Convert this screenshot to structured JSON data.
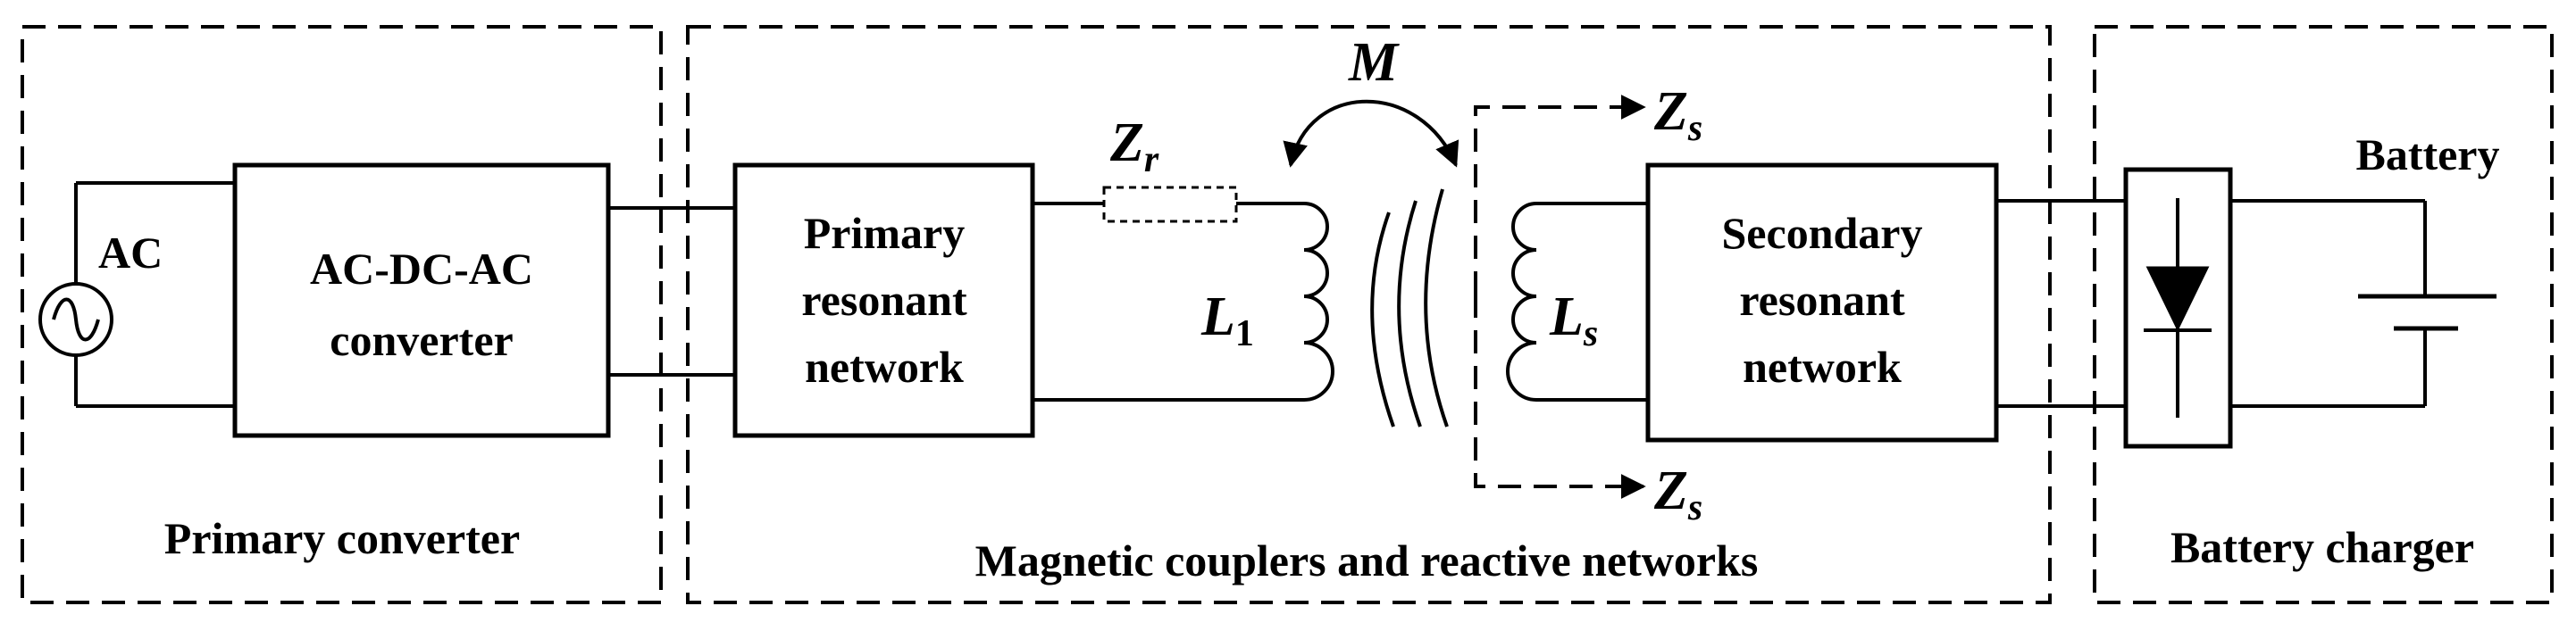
{
  "sections": {
    "primary_converter": "Primary converter",
    "couplers": "Magnetic couplers and reactive networks",
    "charger": "Battery charger"
  },
  "blocks": {
    "source": "AC",
    "converter_line1": "AC-DC-AC",
    "converter_line2": "converter",
    "primary_net_line1": "Primary",
    "primary_net_line2": "resonant",
    "primary_net_line3": "network",
    "secondary_net_line1": "Secondary",
    "secondary_net_line2": "resonant",
    "secondary_net_line3": "network",
    "battery": "Battery"
  },
  "symbols": {
    "zr": "Z",
    "zr_sub": "r",
    "mutual": "M",
    "l1": "L",
    "l1_sub": "1",
    "ls": "L",
    "ls_sub": "s",
    "zs_top": "Z",
    "zs_top_sub": "s",
    "zs_bottom": "Z",
    "zs_bottom_sub": "s"
  }
}
